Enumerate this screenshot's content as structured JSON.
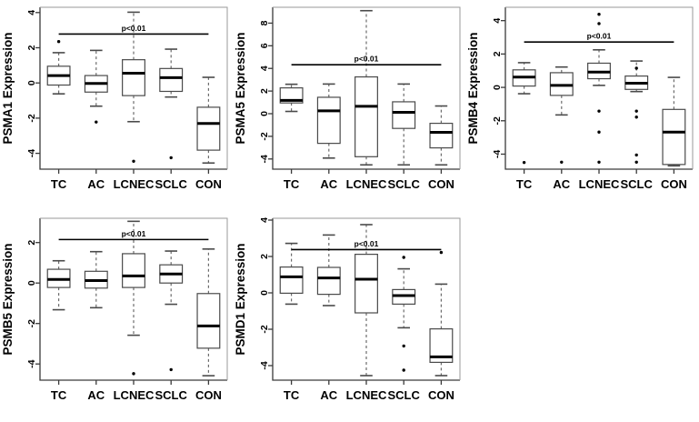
{
  "figure": {
    "title": "",
    "panel_count": 5,
    "categories": [
      "TC",
      "AC",
      "LCNEC",
      "SCLC",
      "CON"
    ],
    "significance_label": "p<0.01"
  },
  "chart_data": [
    {
      "type": "box",
      "id": "psma1",
      "title": "",
      "ylabel": "PSMA1 Expression",
      "xlabel": "",
      "categories": [
        "TC",
        "AC",
        "LCNEC",
        "SCLC",
        "CON"
      ],
      "yticks": [
        4,
        2,
        0,
        -2,
        -4
      ],
      "ylim": [
        -4.9,
        4.3
      ],
      "grid": false,
      "annotation": "p<0.01",
      "annotation_span": [
        0,
        4
      ],
      "annotation_y": 2.78,
      "boxes": [
        {
          "category": "TC",
          "min": -0.62,
          "q1": -0.12,
          "median": 0.42,
          "q3": 0.95,
          "max": 1.72,
          "outliers": [
            2.35
          ]
        },
        {
          "category": "AC",
          "min": -1.32,
          "q1": -0.52,
          "median": -0.03,
          "q3": 0.42,
          "max": 1.85,
          "outliers": [
            -2.22
          ]
        },
        {
          "category": "LCNEC",
          "min": -2.2,
          "q1": -0.72,
          "median": 0.55,
          "q3": 1.32,
          "max": 4.02,
          "outliers": [
            -4.45
          ]
        },
        {
          "category": "SCLC",
          "min": -0.8,
          "q1": -0.48,
          "median": 0.3,
          "q3": 0.82,
          "max": 1.92,
          "outliers": [
            -4.25
          ]
        },
        {
          "category": "CON",
          "min": -4.55,
          "q1": -3.82,
          "median": -2.3,
          "q3": -1.38,
          "max": 0.32,
          "outliers": []
        }
      ]
    },
    {
      "type": "box",
      "id": "psma5",
      "title": "",
      "ylabel": "PSMA5 Expression",
      "xlabel": "",
      "categories": [
        "TC",
        "AC",
        "LCNEC",
        "SCLC",
        "CON"
      ],
      "yticks": [
        8,
        6,
        4,
        2,
        0,
        -2,
        -4
      ],
      "ylim": [
        -4.9,
        9.4
      ],
      "grid": false,
      "annotation": "p<0.01",
      "annotation_span": [
        0,
        4
      ],
      "annotation_y": 4.32,
      "boxes": [
        {
          "category": "TC",
          "min": 0.2,
          "q1": 0.95,
          "median": 1.18,
          "q3": 2.28,
          "max": 2.6,
          "outliers": []
        },
        {
          "category": "AC",
          "min": -3.92,
          "q1": -2.62,
          "median": 0.25,
          "q3": 1.45,
          "max": 2.62,
          "outliers": []
        },
        {
          "category": "LCNEC",
          "min": -4.52,
          "q1": -3.8,
          "median": 0.65,
          "q3": 3.25,
          "max": 9.1,
          "outliers": []
        },
        {
          "category": "SCLC",
          "min": -4.52,
          "q1": -1.3,
          "median": 0.12,
          "q3": 1.05,
          "max": 2.62,
          "outliers": []
        },
        {
          "category": "CON",
          "min": -4.52,
          "q1": -3.02,
          "median": -1.65,
          "q3": -0.85,
          "max": 0.68,
          "outliers": []
        }
      ]
    },
    {
      "type": "box",
      "id": "psmb4",
      "title": "",
      "ylabel": "PSMB4 Expression",
      "xlabel": "",
      "categories": [
        "TC",
        "AC",
        "LCNEC",
        "SCLC",
        "CON"
      ],
      "yticks": [
        4,
        2,
        0,
        -2,
        -4
      ],
      "ylim": [
        -4.9,
        4.8
      ],
      "grid": false,
      "annotation": "p<0.01",
      "annotation_span": [
        0,
        4
      ],
      "annotation_y": 2.72,
      "boxes": [
        {
          "category": "TC",
          "min": -0.38,
          "q1": 0.08,
          "median": 0.62,
          "q3": 1.05,
          "max": 1.48,
          "outliers": [
            -4.5
          ]
        },
        {
          "category": "AC",
          "min": -1.65,
          "q1": -0.48,
          "median": 0.12,
          "q3": 0.88,
          "max": 1.22,
          "outliers": [
            -4.48
          ]
        },
        {
          "category": "LCNEC",
          "min": 0.12,
          "q1": 0.52,
          "median": 0.92,
          "q3": 1.45,
          "max": 2.25,
          "outliers": [
            4.38,
            3.82,
            -1.42,
            -2.68,
            -4.48
          ]
        },
        {
          "category": "SCLC",
          "min": -0.25,
          "q1": -0.12,
          "median": 0.25,
          "q3": 0.68,
          "max": 1.58,
          "outliers": [
            1.15,
            -1.42,
            -1.78,
            -4.05,
            -4.48
          ]
        },
        {
          "category": "CON",
          "min": -4.7,
          "q1": -4.62,
          "median": -2.68,
          "q3": -1.32,
          "max": 0.6,
          "outliers": []
        }
      ]
    },
    {
      "type": "box",
      "id": "psmb5",
      "title": "",
      "ylabel": "PSMB5 Expression",
      "xlabel": "",
      "categories": [
        "TC",
        "AC",
        "LCNEC",
        "SCLC",
        "CON"
      ],
      "yticks": [
        2,
        0,
        -2,
        -4
      ],
      "ylim": [
        -4.8,
        3.2
      ],
      "grid": false,
      "annotation": "p<0.01",
      "annotation_span": [
        0,
        4
      ],
      "annotation_y": 2.15,
      "boxes": [
        {
          "category": "TC",
          "min": -1.32,
          "q1": -0.22,
          "median": 0.18,
          "q3": 0.68,
          "max": 1.1,
          "outliers": []
        },
        {
          "category": "AC",
          "min": -1.22,
          "q1": -0.25,
          "median": 0.12,
          "q3": 0.58,
          "max": 1.55,
          "outliers": []
        },
        {
          "category": "LCNEC",
          "min": -2.58,
          "q1": -0.22,
          "median": 0.35,
          "q3": 1.45,
          "max": 3.05,
          "outliers": [
            -4.48
          ]
        },
        {
          "category": "SCLC",
          "min": -1.05,
          "q1": 0.0,
          "median": 0.45,
          "q3": 0.9,
          "max": 1.58,
          "outliers": [
            -4.28
          ]
        },
        {
          "category": "CON",
          "min": -4.58,
          "q1": -3.22,
          "median": -2.12,
          "q3": -0.52,
          "max": 1.68,
          "outliers": []
        }
      ]
    },
    {
      "type": "box",
      "id": "psmd1",
      "title": "",
      "ylabel": "PSMD1 Expression",
      "xlabel": "",
      "categories": [
        "TC",
        "AC",
        "LCNEC",
        "SCLC",
        "CON"
      ],
      "yticks": [
        4,
        2,
        0,
        -2,
        -4
      ],
      "ylim": [
        -4.8,
        4.1
      ],
      "grid": false,
      "annotation": "p<0.01",
      "annotation_span": [
        0,
        4
      ],
      "annotation_y": 2.38,
      "boxes": [
        {
          "category": "TC",
          "min": -0.62,
          "q1": -0.02,
          "median": 0.88,
          "q3": 1.42,
          "max": 2.72,
          "outliers": []
        },
        {
          "category": "AC",
          "min": -0.7,
          "q1": -0.08,
          "median": 0.82,
          "q3": 1.4,
          "max": 3.18,
          "outliers": []
        },
        {
          "category": "LCNEC",
          "min": -4.55,
          "q1": -1.1,
          "median": 0.75,
          "q3": 2.12,
          "max": 3.75,
          "outliers": []
        },
        {
          "category": "SCLC",
          "min": -1.92,
          "q1": -0.62,
          "median": -0.15,
          "q3": 0.18,
          "max": 1.32,
          "outliers": [
            1.95,
            -2.92,
            -4.25
          ]
        },
        {
          "category": "CON",
          "min": -4.55,
          "q1": -3.82,
          "median": -3.52,
          "q3": -1.98,
          "max": 0.48,
          "outliers": [
            2.22
          ]
        }
      ]
    }
  ]
}
